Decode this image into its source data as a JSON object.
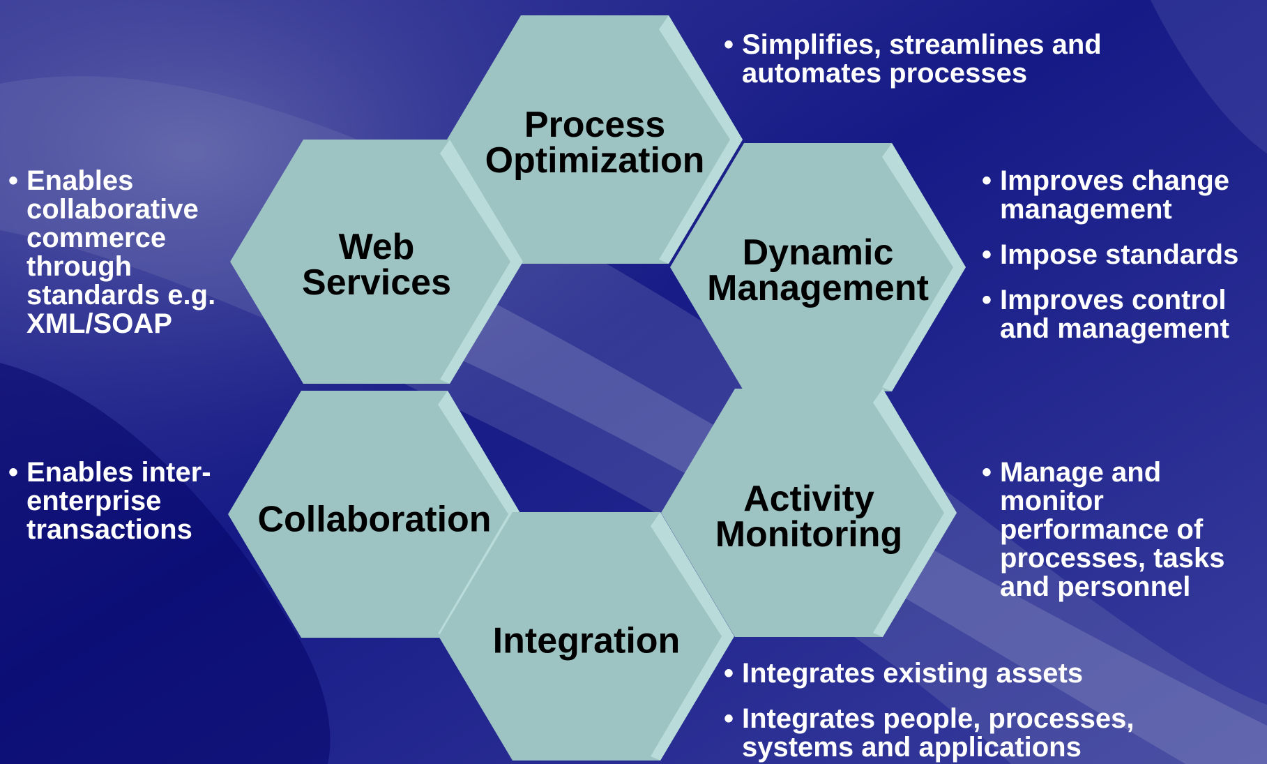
{
  "colors": {
    "background": "#0c0c78",
    "hex_face": "#9ec3c3",
    "hex_top_bevel": "#7ea5a3",
    "hex_side_bevel": "#b9dcda",
    "bullet_text": "#ffffff",
    "hex_text": "#000000"
  },
  "hexes": [
    {
      "id": "process-optimization",
      "label": "Process\nOptimization"
    },
    {
      "id": "web-services",
      "label": "Web\nServices"
    },
    {
      "id": "dynamic-management",
      "label": "Dynamic\nManagement"
    },
    {
      "id": "collaboration",
      "label": "Collaboration"
    },
    {
      "id": "activity-monitoring",
      "label": "Activity\nMonitoring"
    },
    {
      "id": "integration",
      "label": "Integration"
    }
  ],
  "bullets": {
    "process_optimization": [
      "Simplifies, streamlines and\nautomates processes"
    ],
    "web_services": [
      "Enables\ncollaborative\ncommerce\nthrough\nstandards e.g.\nXML/SOAP"
    ],
    "dynamic_management": [
      "Improves change\nmanagement",
      "Impose standards",
      "Improves control\nand management"
    ],
    "collaboration": [
      "Enables inter-\nenterprise\ntransactions"
    ],
    "activity_monitoring": [
      "Manage and\nmonitor\nperformance of\nprocesses, tasks\nand personnel"
    ],
    "integration": [
      "Integrates existing assets",
      "Integrates people, processes,\nsystems and applications"
    ]
  }
}
